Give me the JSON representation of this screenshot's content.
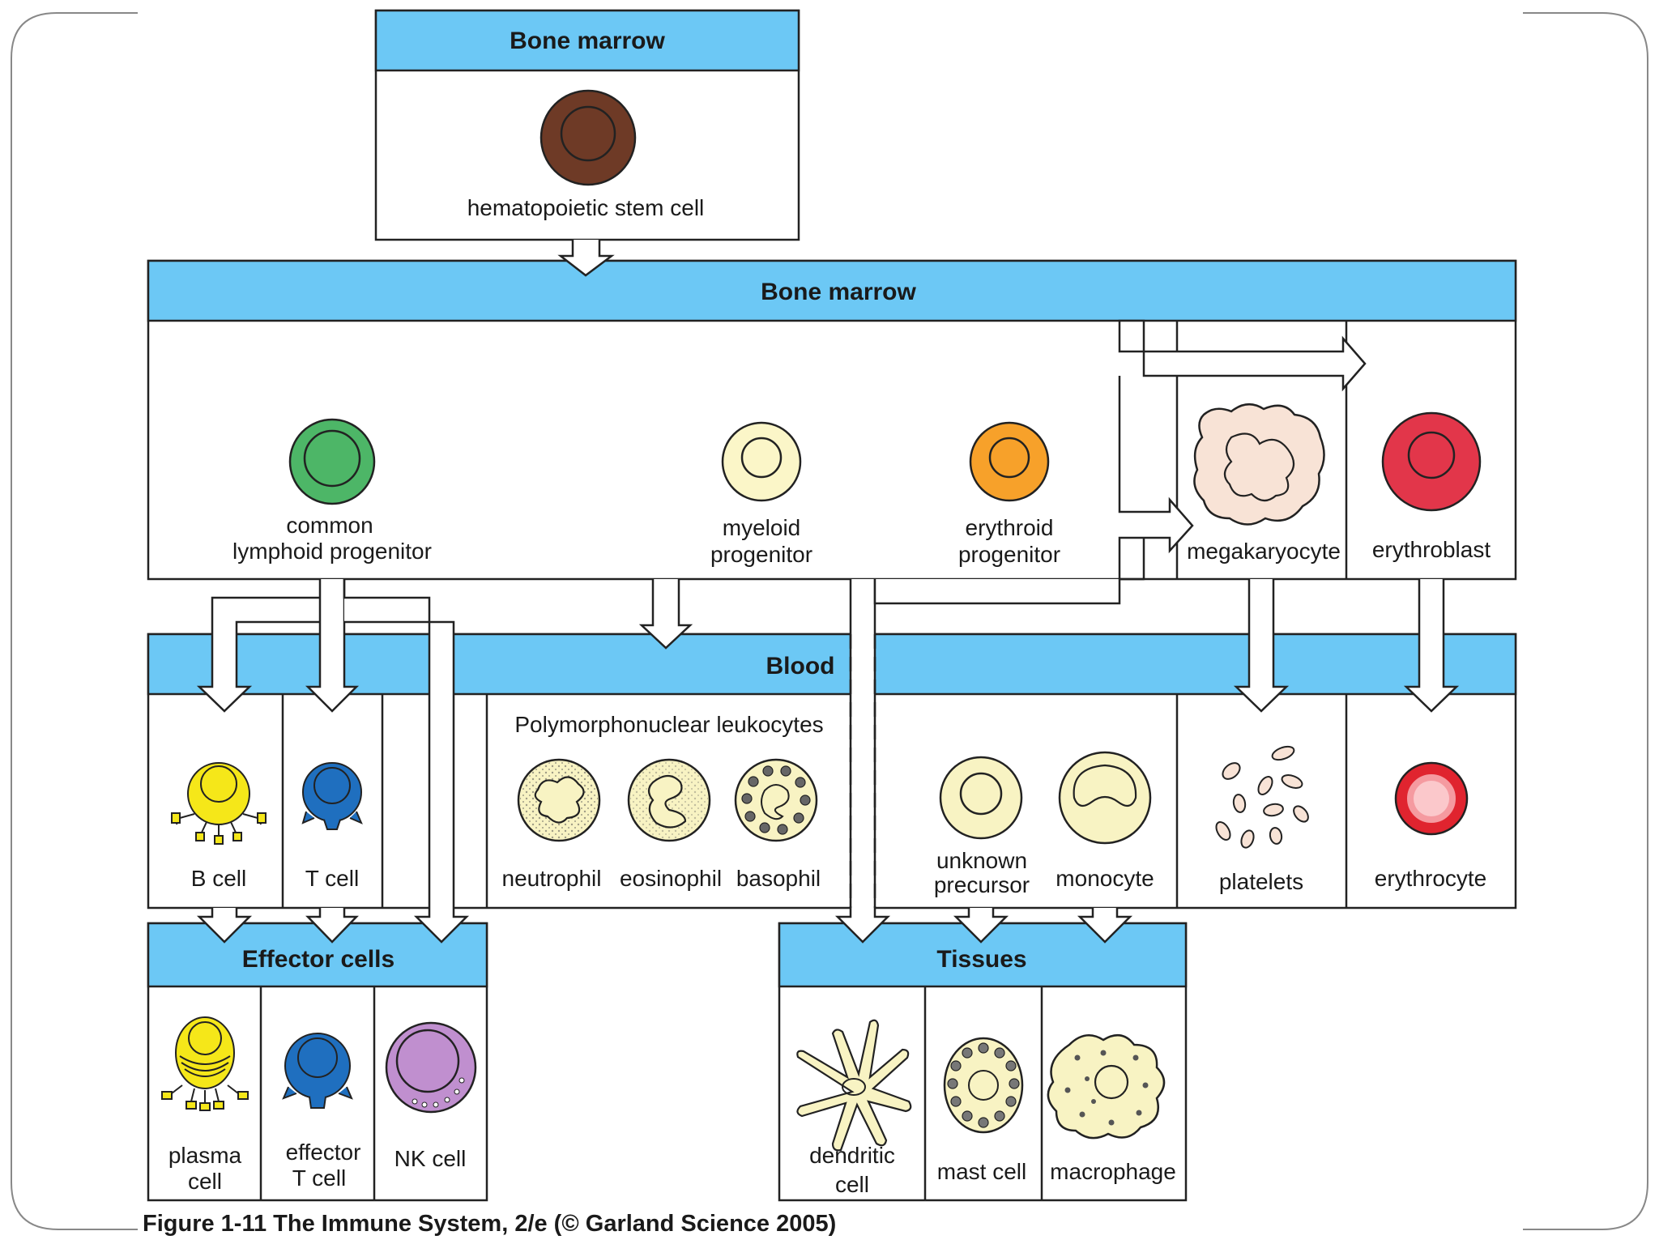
{
  "headers": {
    "bone_marrow_top": "Bone marrow",
    "bone_marrow_main": "Bone marrow",
    "blood": "Blood",
    "effector_cells": "Effector cells",
    "tissues": "Tissues",
    "polymorphonuclear": "Polymorphonuclear leukocytes"
  },
  "labels": {
    "hsc": "hematopoietic stem cell",
    "clp_1": "common",
    "clp_2": "lymphoid progenitor",
    "myeloid_1": "myeloid",
    "myeloid_2": "progenitor",
    "erythroid_1": "erythroid",
    "erythroid_2": "progenitor",
    "megakaryocyte": "megakaryocyte",
    "erythroblast": "erythroblast",
    "b_cell": "B  cell",
    "t_cell": "T  cell",
    "neutrophil": "neutrophil",
    "eosinophil": "eosinophil",
    "basophil": "basophil",
    "unknown_1": "unknown",
    "unknown_2": "precursor",
    "monocyte": "monocyte",
    "platelets": "platelets",
    "erythrocyte": "erythrocyte",
    "plasma_1": "plasma",
    "plasma_2": "cell",
    "effector_t_1": "effector",
    "effector_t_2": "T  cell",
    "nk_cell": "NK cell",
    "dendritic_1": "dendritic",
    "dendritic_2": "cell",
    "mast_cell": "mast cell",
    "macrophage": "macrophage"
  },
  "caption": "Figure 1-11  The Immune System, 2/e (© Garland Science 2005)",
  "colors": {
    "header": "#6cc8f5",
    "hsc": "#6e3a26",
    "lymphoid": "#4db667",
    "myeloid": "#fbf6c8",
    "erythroid": "#f7a12a",
    "megakaryocyte": "#f8e3d6",
    "erythroblast": "#e2364a",
    "b_cell": "#f5e719",
    "t_cell": "#1f6fbf",
    "nk_cell": "#c08fcf",
    "pale": "#f8f3c3",
    "granule": "#555555",
    "erythrocyte": "#e0242f"
  }
}
